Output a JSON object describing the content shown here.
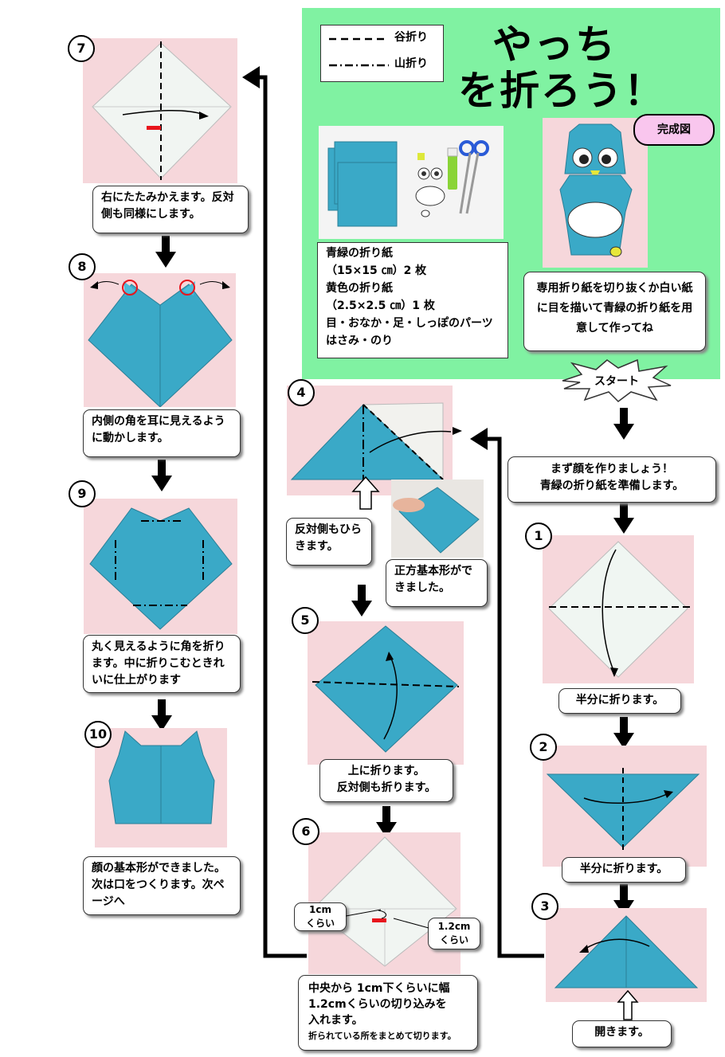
{
  "legend": {
    "valley": "谷折り",
    "mountain": "山折り"
  },
  "title": {
    "line1": "やっち",
    "line2": "を折ろう！"
  },
  "badge": "完成図",
  "materials": [
    "青緑の折り紙",
    "（15×15 ㎝）2 枚",
    "黄色の折り紙",
    "（2.5×2.5 ㎝）1 枚",
    "目・おなか・足・しっぽのパーツ",
    "はさみ・のり"
  ],
  "intro": "専用折り紙を切り抜くか白い紙に目を描いて青緑の折り紙を用意して作ってね",
  "start": "スタート",
  "prep": [
    "まず顔を作りましょう！",
    "青緑の折り紙を準備します。"
  ],
  "steps": [
    {
      "num": "1",
      "caption": "半分に折ります。"
    },
    {
      "num": "2",
      "caption": "半分に折ります。"
    },
    {
      "num": "3",
      "caption": "開きます。"
    },
    {
      "num": "4",
      "caption": "反対側もひらきます。"
    },
    {
      "num": "5",
      "caption": [
        "上に折ります。",
        "反対側も折ります。"
      ]
    },
    {
      "num": "6",
      "caption": [
        "中央から 1cm下くらいに幅",
        "1.2cmくらいの切り込みを",
        "入れます。"
      ],
      "note": "折られている所をまとめて切ります。"
    },
    {
      "num": "7",
      "caption": "右にたたみかえます。反対側も同様にします。"
    },
    {
      "num": "8",
      "caption": "内側の角を耳に見えるように動かします。"
    },
    {
      "num": "9",
      "caption": "丸く見えるように角を折ります。中に折りこむときれいに仕上がります"
    },
    {
      "num": "10",
      "caption": "顔の基本形ができました。次は口をつくります。次ページへ"
    }
  ],
  "square_basic": "正方基本形ができました。",
  "measure": {
    "left": "1cm",
    "left_sub": "くらい",
    "right": "1.2cm",
    "right_sub": "くらい"
  },
  "colors": {
    "green_bg": "#80f2a2",
    "paper_teal": "#3aa9c7",
    "photo_pink": "#f6d7db",
    "badge_pink": "#f9c6ee",
    "mark_red": "#e8141c"
  }
}
